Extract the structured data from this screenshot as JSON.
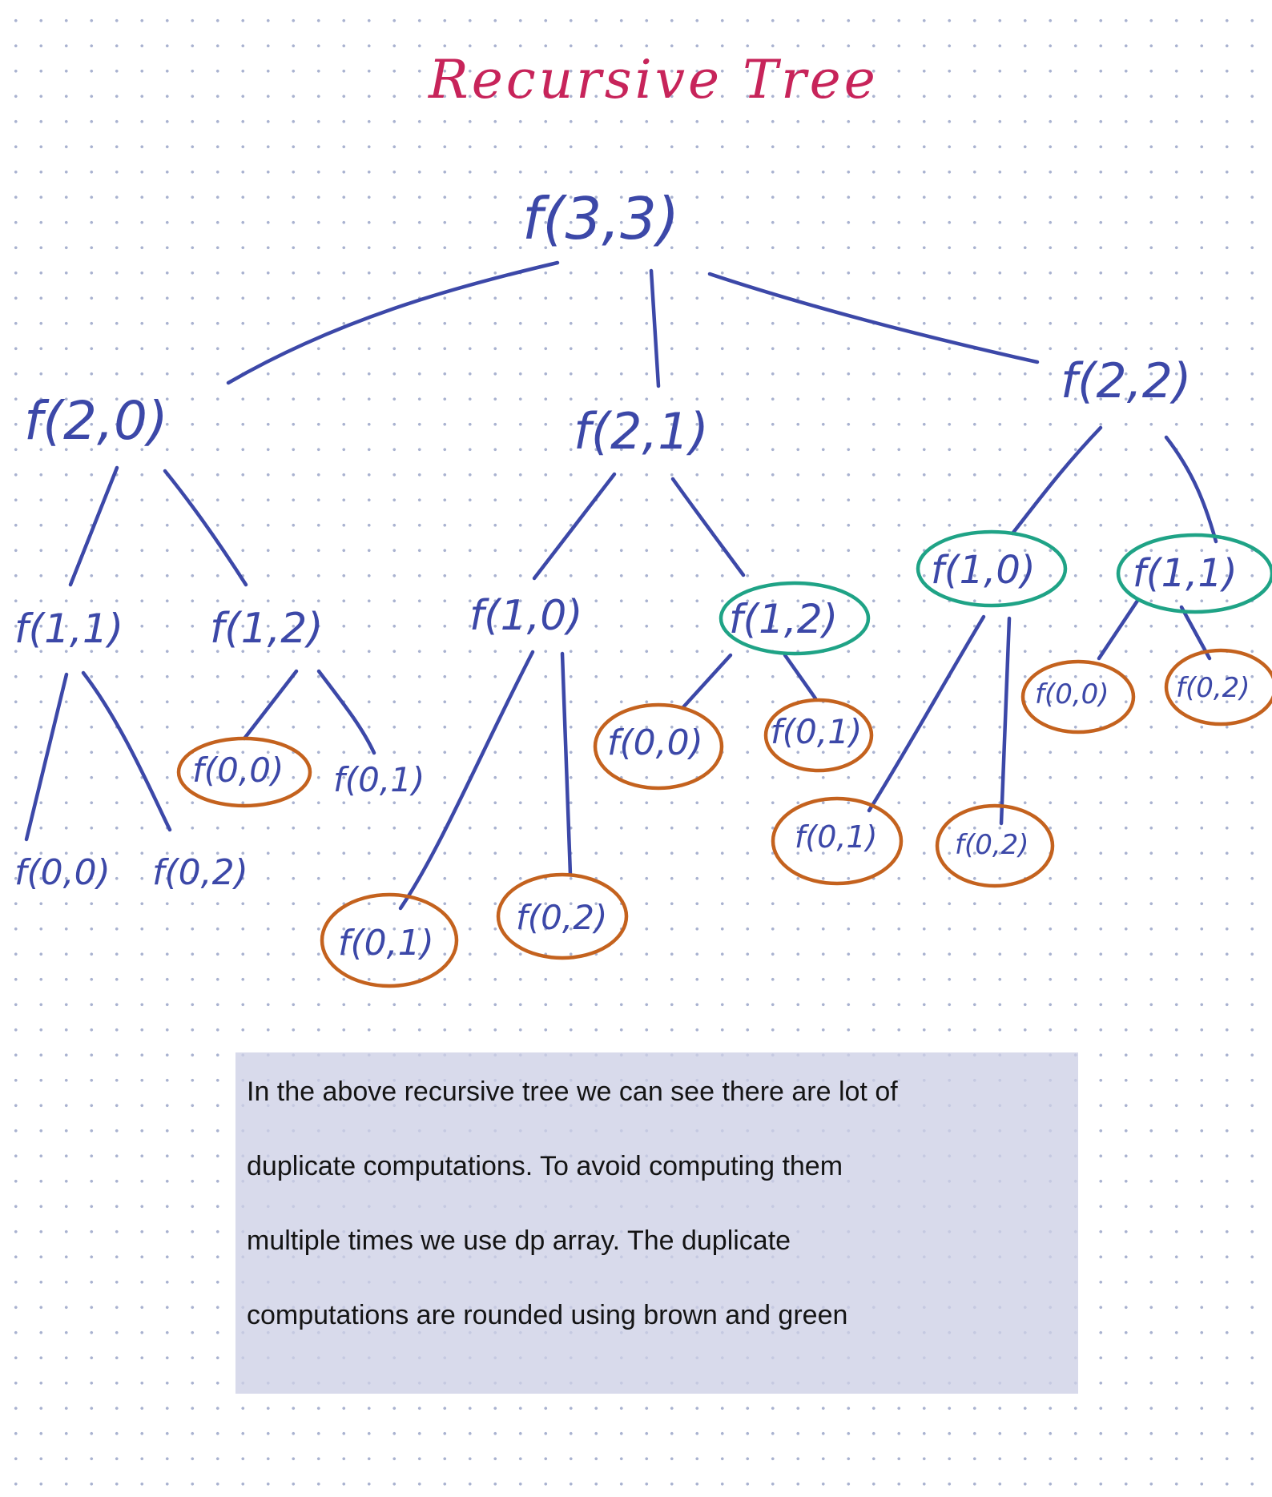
{
  "title": "Recursive Tree",
  "colors": {
    "ink": "#3c48a8",
    "title": "#c7245a",
    "duplicate_brown": "#c4621e",
    "duplicate_green": "#1fa386",
    "note_bg": "#d4d6ea"
  },
  "tree": {
    "root": "f(3,3)",
    "level1": {
      "left": "f(2,0)",
      "middle": "f(2,1)",
      "right": "f(2,2)"
    },
    "level2": {
      "left_a": "f(1,1)",
      "left_b": "f(1,2)",
      "middle_a": "f(1,0)",
      "middle_b": "f(1,2)",
      "right_a": "f(1,0)",
      "right_b": "f(1,1)"
    },
    "level3": {
      "l_a_1": "f(0,0)",
      "l_a_2": "f(0,2)",
      "l_b_1": "f(0,0)",
      "l_b_2": "f(0,1)",
      "m_a_1": "f(0,1)",
      "m_a_2": "f(0,2)",
      "m_b_1": "f(0,0)",
      "m_b_2": "f(0,1)",
      "r_a_1": "f(0,1)",
      "r_a_2": "f(0,2)",
      "r_b_1": "f(0,0)",
      "r_b_2": "f(0,2)"
    }
  },
  "note": {
    "lines": [
      "In the above recursive tree we can see there are lot of",
      "duplicate computations. To avoid computing them",
      "multiple times we use dp array. The duplicate",
      "computations are rounded using brown and green"
    ]
  }
}
